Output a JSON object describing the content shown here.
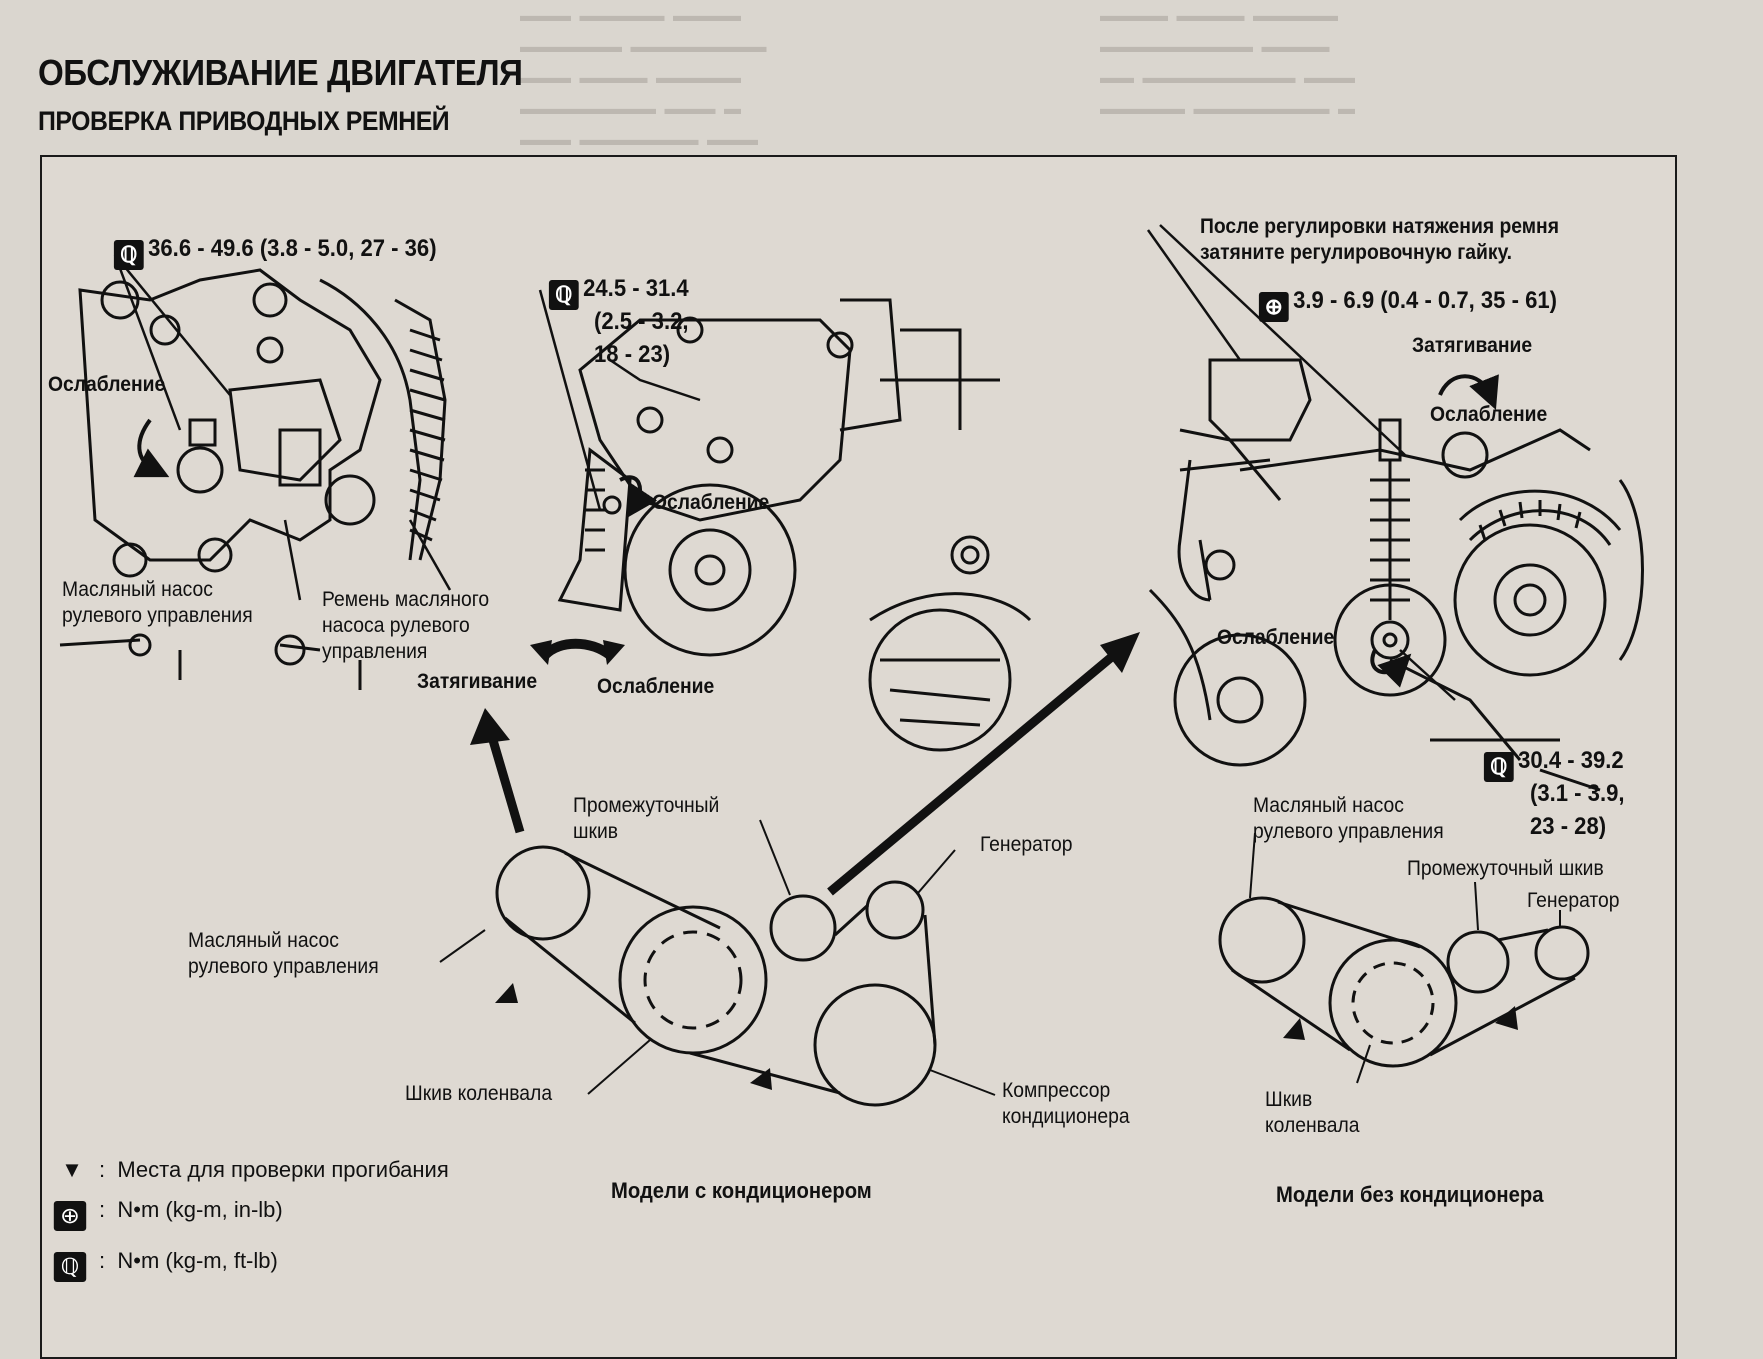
{
  "header": {
    "section": "ОБСЛУЖИВАНИЕ ДВИГАТЕЛЯ",
    "subsection": "ПРОВЕРКА ПРИВОДНЫХ РЕМНЕЙ"
  },
  "torque_specs": {
    "pump_bracket": "36.6 - 49.6 (3.8 - 5.0, 27 - 36)",
    "pump_adjuster_1": "24.5 - 31.4",
    "pump_adjuster_2": "(2.5 - 3.2,",
    "pump_adjuster_3": "18 - 23)",
    "adjusting_nut": "3.9 - 6.9 (0.4 - 0.7, 35 - 61)",
    "idler_bolt_1": "30.4 - 39.2",
    "idler_bolt_2": "(3.1 - 3.9,",
    "idler_bolt_3": "23 - 28)"
  },
  "top_labels": {
    "loosen_left": "Ослабление",
    "pump": "Масляный насос\nрулевого управления",
    "pump_belt": "Ремень масляного\nнасоса рулевого\nуправления",
    "tighten_left": "Затягивание",
    "loosen_mid1": "Ослабление",
    "loosen_mid2": "Ослабление",
    "after_adjust": "После регулировки натяжения ремня\nзатяните регулировочную гайку.",
    "tighten_right": "Затягивание",
    "loosen_right1": "Ослабление",
    "loosen_right2": "Ослабление"
  },
  "ac_diagram": {
    "pump": "Масляный насос\nрулевого управления",
    "idler": "Промежуточный\nшкив",
    "generator": "Генератор",
    "crank": "Шкив коленвала",
    "compressor": "Компрессор\nкондиционера",
    "caption": "Модели с кондиционером"
  },
  "noac_diagram": {
    "pump": "Масляный насос\nрулевого управления",
    "idler": "Промежуточный шкив",
    "generator": "Генератор",
    "crank": "Шкив\nколенвала",
    "caption": "Модели без кондиционера"
  },
  "legend": {
    "deflection": "Места для проверки прогибания",
    "nm_inlb": "N•m (kg-m,  in-lb)",
    "nm_ftlb": "N•m (kg-m,  ft-lb)",
    "colon": ":"
  },
  "colors": {
    "ink": "#111111",
    "paper": "#dad6cf"
  },
  "icons": [
    "wrench-icon",
    "triangle-marker-icon",
    "rotate-arrow-icon",
    "double-arrow-icon"
  ]
}
